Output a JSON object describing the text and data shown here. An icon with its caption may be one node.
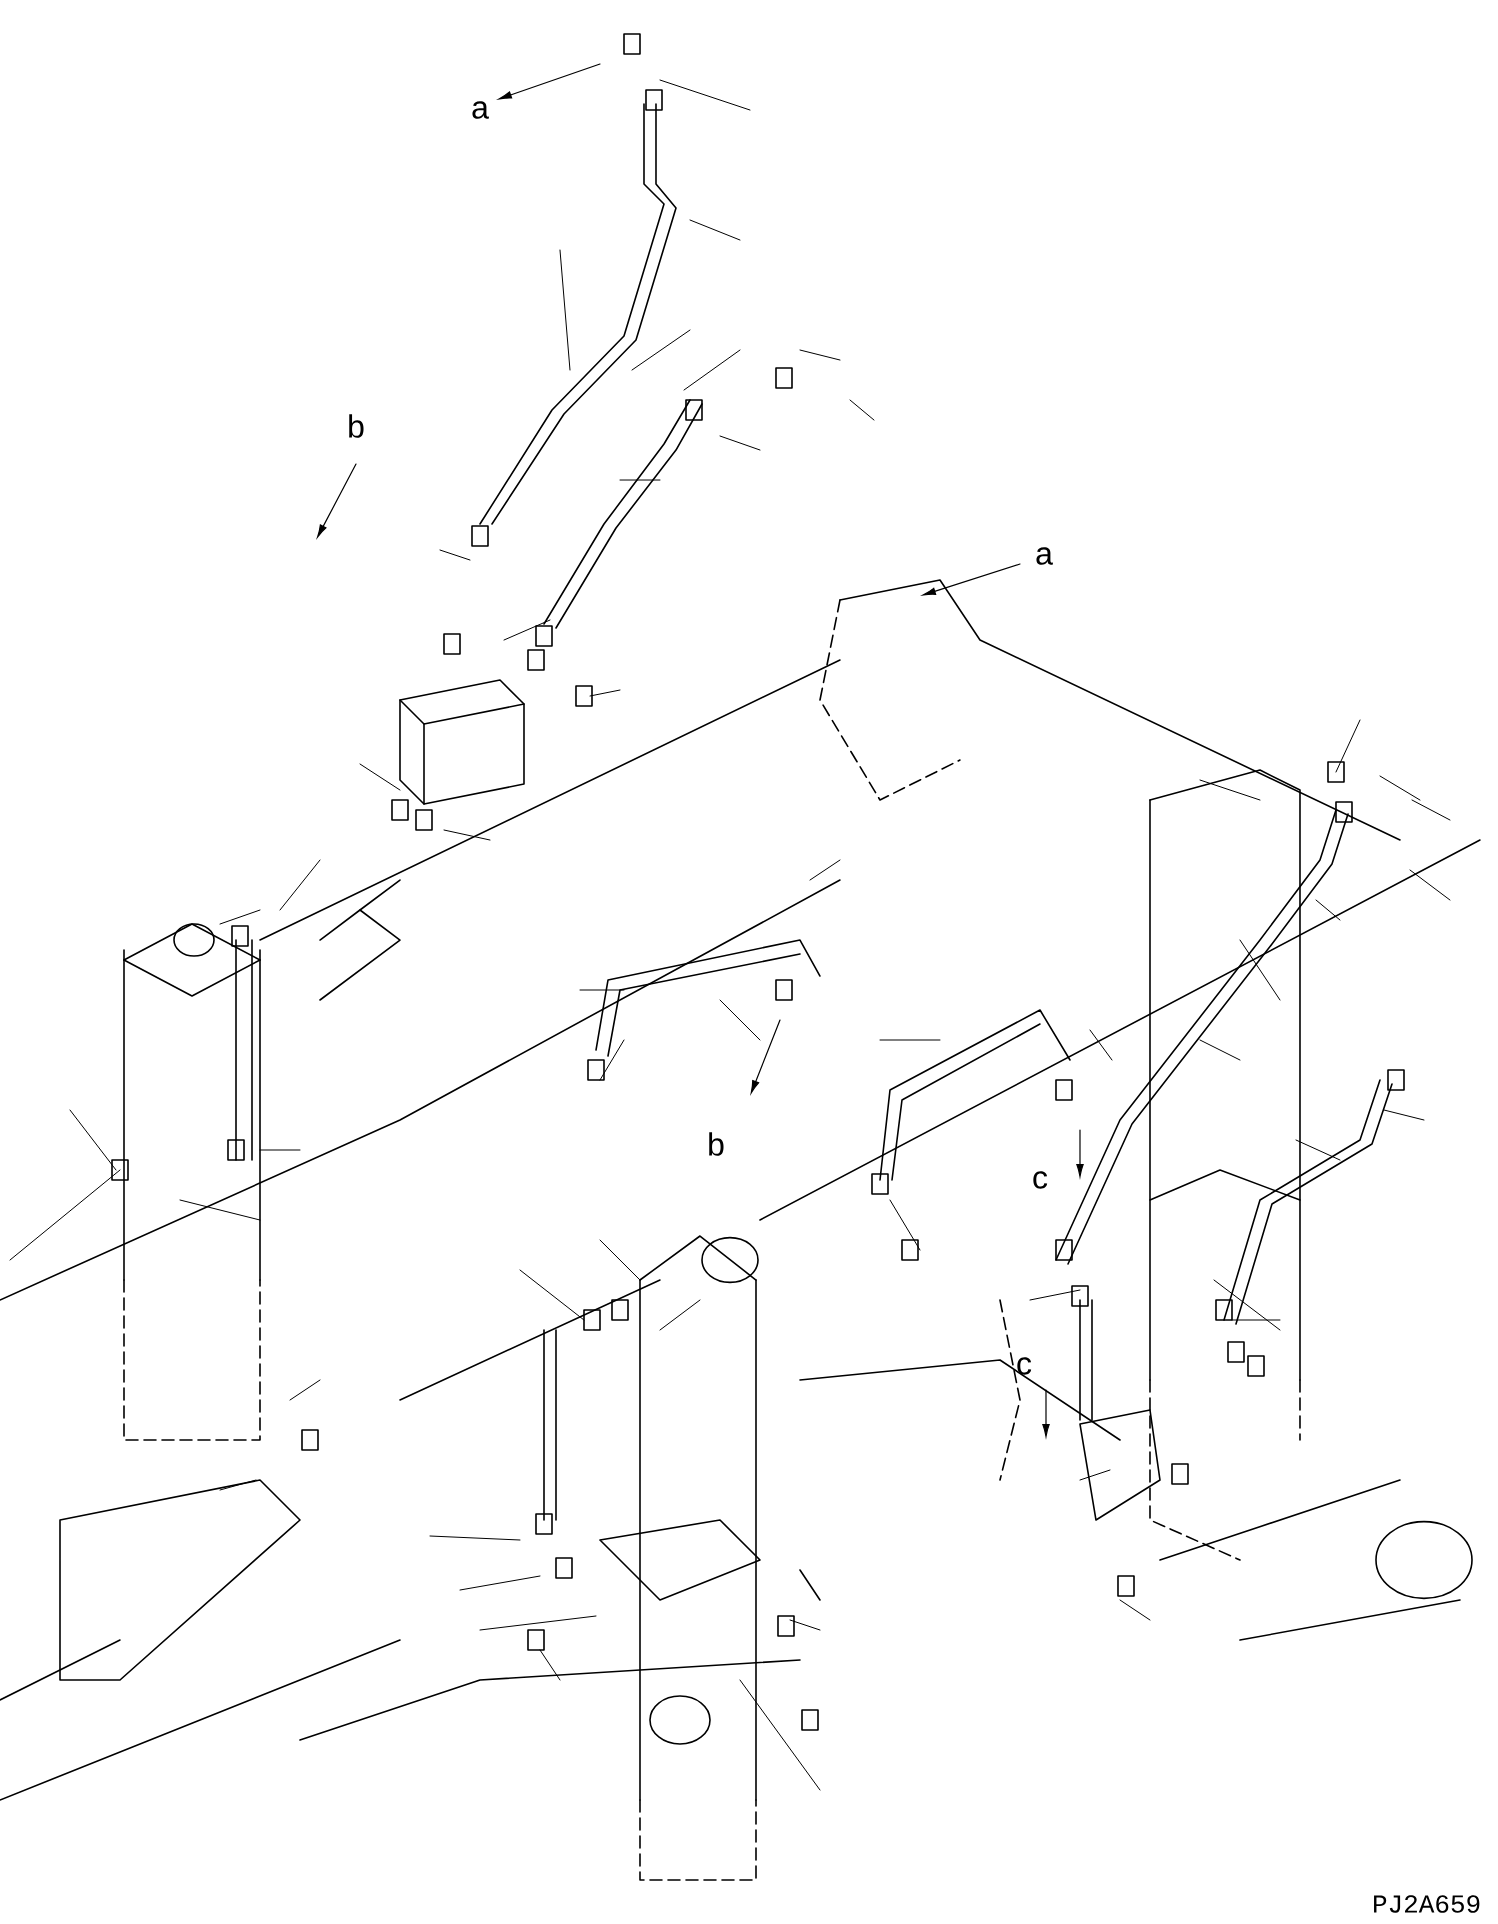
{
  "diagram": {
    "labels": [
      "a",
      "b",
      "a",
      "b",
      "c",
      "c",
      "PJ2A659"
    ]
  }
}
